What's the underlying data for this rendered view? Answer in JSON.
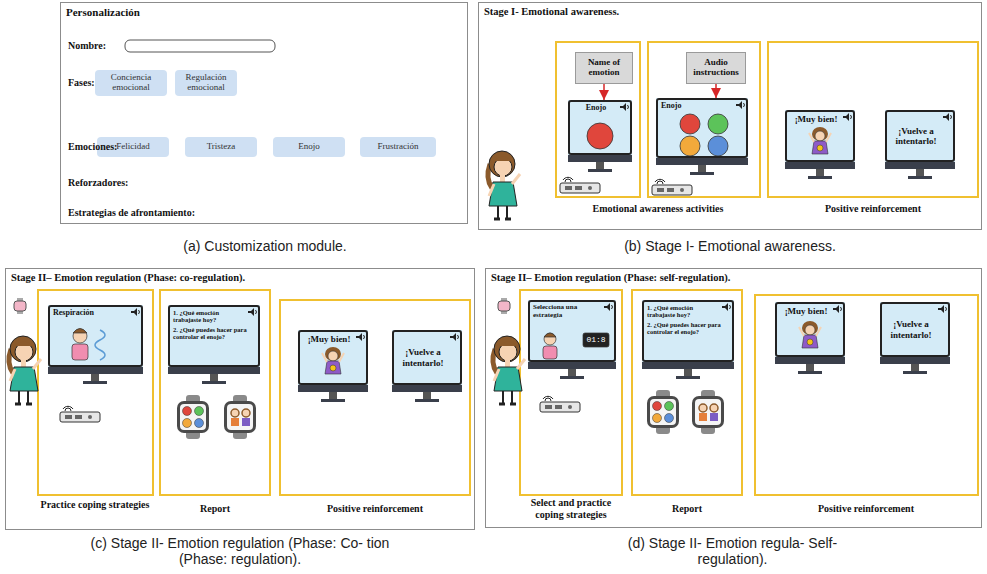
{
  "diagram": {
    "nodes": [
      {
        "text": [
          "Personalización"
        ]
      },
      {
        "text": [
          "Conciencia emocional"
        ],
        "in": 0
      },
      {
        "text": [
          "Regulación emocional"
        ],
        "in": 0
      },
      {
        "text": [
          "Felicidad"
        ],
        "in": 0
      },
      {
        "text": [
          "Tristeza"
        ],
        "in": 0
      },
      {
        "text": [
          "Enojo"
        ],
        "in": 0
      },
      {
        "text": [
          "Frustración"
        ],
        "in": 0
      },
      {
        "text": [
          "Stage I- Emotional awareness."
        ]
      },
      {
        "text": [
          "Name of emotion"
        ],
        "in": 7
      },
      {
        "text": [
          "Audio instructions"
        ],
        "in": 7
      },
      {
        "text": [
          "Enojo"
        ],
        "in": 7
      },
      {
        "text": [
          "Enojo"
        ],
        "in": 7
      },
      {
        "text": [
          "¡Muy bien!"
        ],
        "in": 7
      },
      {
        "text": [
          "¡Vuelve a intentarlo!"
        ],
        "in": 7
      },
      {
        "text": [
          "Stage II– Emotion regulation (Phase: co-regulation)."
        ]
      },
      {
        "text": [
          "Respiración"
        ],
        "in": 14
      },
      {
        "text": [
          "1. ¿Qué emoción trabajaste hoy?",
          "2. ¿Qué puedes hacer para controlar el enojo?"
        ],
        "in": 14
      },
      {
        "text": [
          "¡Muy bien!"
        ],
        "in": 14
      },
      {
        "text": [
          "¡Vuelve a intentarlo!"
        ],
        "in": 14
      },
      {
        "text": [
          "Stage II– Emotion regulation (Phase: self-regulation)."
        ]
      },
      {
        "text": [
          "Selecciona una estrategia"
        ],
        "in": 19
      },
      {
        "text": [
          "1. ¿Qué emoción trabajaste hoy?",
          "2. ¿Qué puedes hacer para controlar el enojo?"
        ],
        "in": 19
      },
      {
        "text": [
          "¡Muy bien!"
        ],
        "in": 19
      },
      {
        "text": [
          "¡Vuelve a intentarlo!"
        ],
        "in": 19
      }
    ],
    "edges": [
      {
        "from": 8,
        "to": 10,
        "arrow": "to"
      },
      {
        "from": 9,
        "to": 11,
        "arrow": "to"
      }
    ],
    "labels": [
      "Nombre:",
      "Fases:",
      "Emociones:",
      "Reforzadores:",
      "Estrategias de afrontamiento:",
      "(a) Customization module.",
      "Emotional awareness activities",
      "Positive reinforcement",
      "(b) Stage I- Emotional awareness.",
      "Practice coping strategies",
      "Report",
      "Positive reinforcement",
      "(c) Stage II- Emotion regulation (Phase: Co- tion (Phase: regulation).",
      "Select and practice coping strategies",
      "Report",
      "Positive reinforcement",
      "(d) Stage II- Emotion regula- Self-regulation).",
      "01:8"
    ]
  }
}
